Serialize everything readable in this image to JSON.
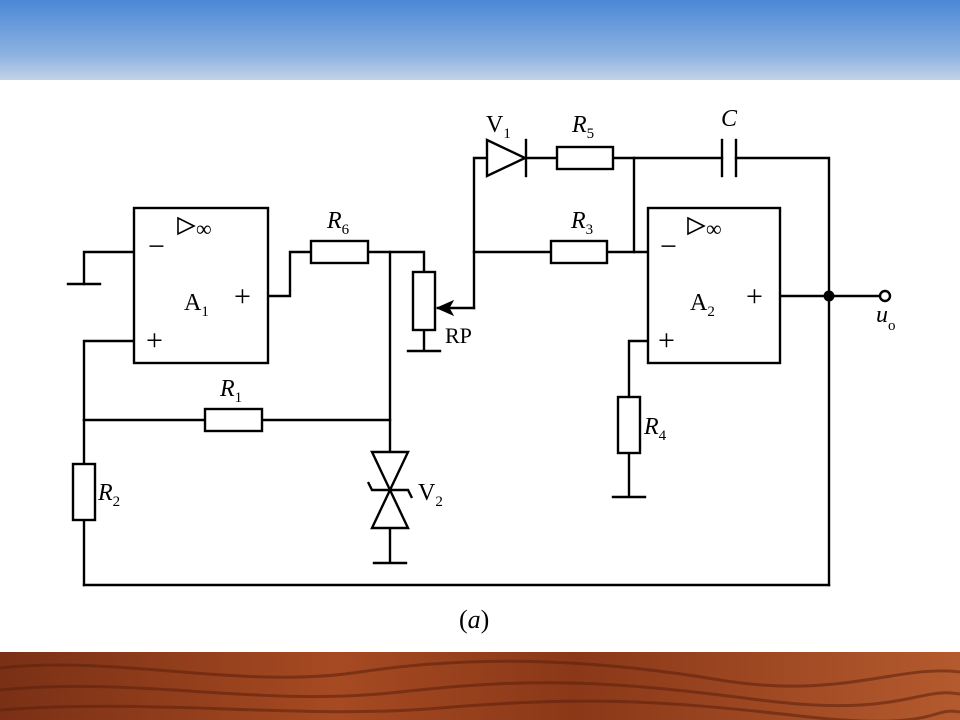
{
  "labels": {
    "opamp1": {
      "name": "A",
      "sub": "1",
      "minus": "−",
      "plus_in": "+",
      "plus_out": "+",
      "inf": "▷∞"
    },
    "opamp2": {
      "name": "A",
      "sub": "2",
      "minus": "−",
      "plus_in": "+",
      "plus_out": "+",
      "inf": "▷∞"
    },
    "r1": {
      "name": "R",
      "sub": "1"
    },
    "r2": {
      "name": "R",
      "sub": "2"
    },
    "r3": {
      "name": "R",
      "sub": "3"
    },
    "r4": {
      "name": "R",
      "sub": "4"
    },
    "r5": {
      "name": "R",
      "sub": "5"
    },
    "r6": {
      "name": "R",
      "sub": "6"
    },
    "v1": {
      "name": "V",
      "sub": "1"
    },
    "v2": {
      "name": "V",
      "sub": "2"
    },
    "rp": "RP",
    "c": "C",
    "uo": {
      "name": "u",
      "sub": "o"
    },
    "caption": {
      "open": "(",
      "letter": "a",
      "close": ")"
    }
  },
  "colors": {
    "sky_top": "#4a88d6",
    "sky_bottom": "#b9cde6",
    "sand_dark": "#6e2a12",
    "sand_light": "#b85a2c",
    "wire": "#000000"
  }
}
